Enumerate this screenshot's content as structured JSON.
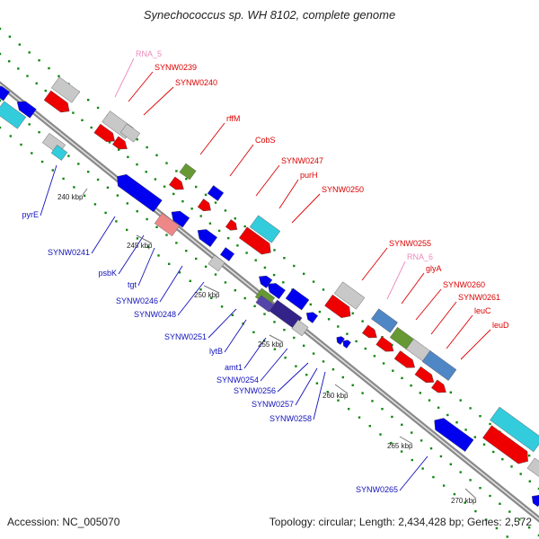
{
  "title": "Synechococcus sp. WH 8102, complete genome",
  "footer": {
    "accession": "Accession: NC_005070",
    "summary": "Topology: circular; Length: 2,434,428 bp; Genes: 2,572"
  },
  "colors": {
    "backbone": "#8a8a8a",
    "forward_label": "#dd0000",
    "reverse_label": "#1111bb",
    "rna_label": "#ee88bb",
    "cds_forward": "#ee0000",
    "cds_reverse": "#0000ee",
    "grey_gene": "#c8c8c8",
    "cyan_gene": "#33ccdd",
    "green_gene": "#669933",
    "steel_gene": "#4f86c6",
    "pink_gene": "#ee8888",
    "dot": "#118811"
  },
  "ticks": [
    "240 kbp",
    "245 kbp",
    "250 kbp",
    "255 kbp",
    "260 kbp",
    "265 kbp",
    "270 kbp"
  ],
  "labels": {
    "forward": [
      "SYNW0239",
      "SYNW0240",
      "rffM",
      "CobS",
      "SYNW0247",
      "purH",
      "SYNW0250",
      "SYNW0255",
      "glyA",
      "SYNW0260",
      "SYNW0261",
      "leuC",
      "leuD"
    ],
    "rna": [
      "RNA_5",
      "RNA_6"
    ],
    "reverse": [
      "pyrE",
      "SYNW0241",
      "psbK",
      "tgt",
      "SYNW0246",
      "SYNW0248",
      "SYNW0251",
      "lytB",
      "amt1",
      "SYNW0254",
      "SYNW0256",
      "SYNW0257",
      "SYNW0258",
      "SYNW0265"
    ]
  }
}
